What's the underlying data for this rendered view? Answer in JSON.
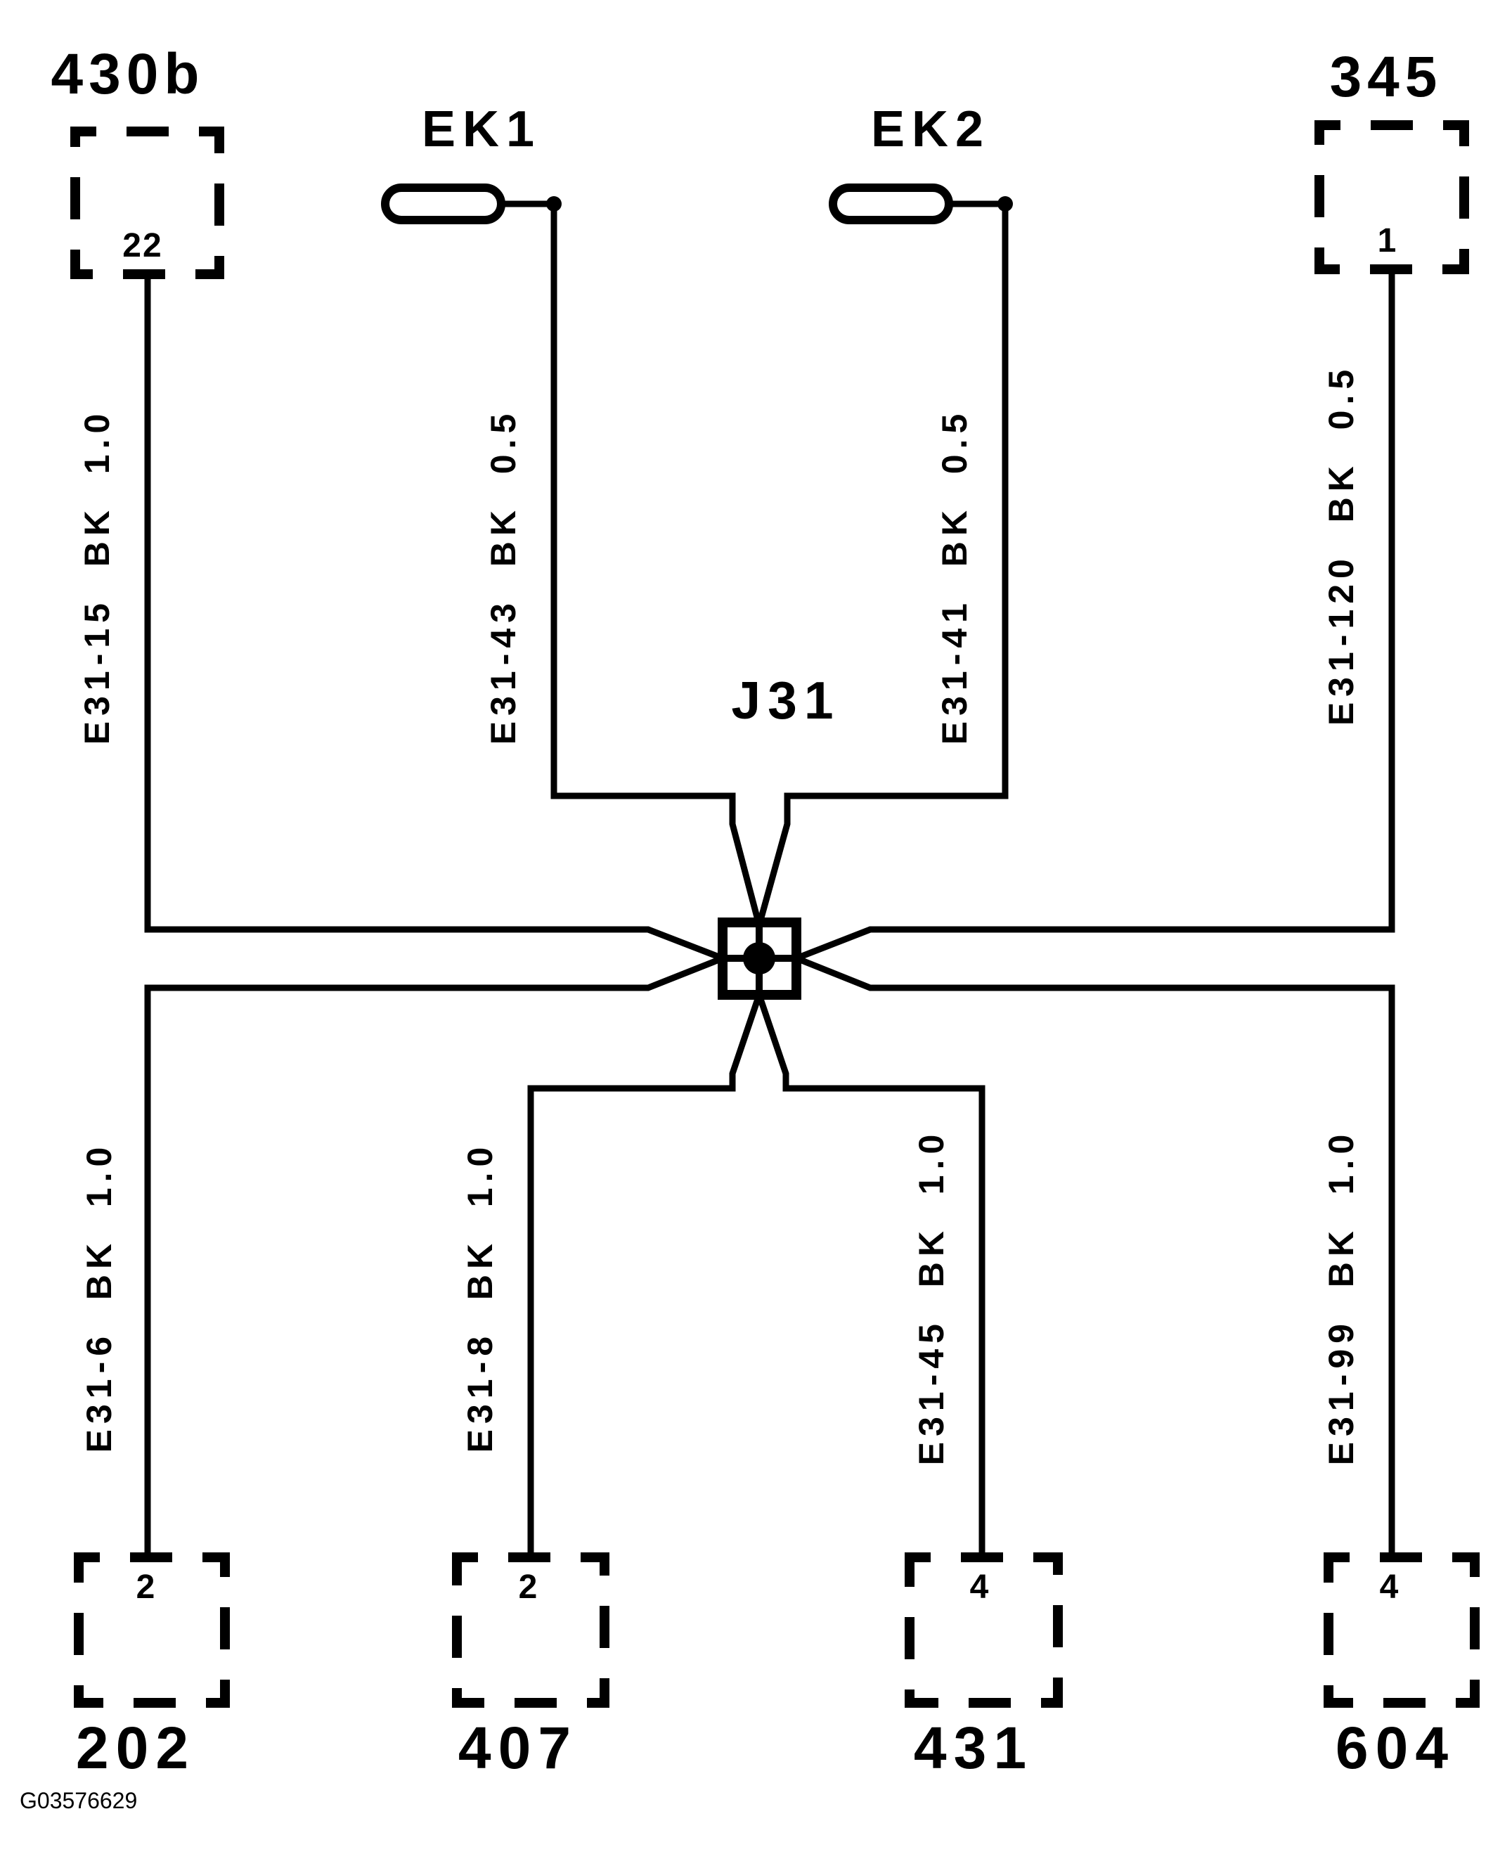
{
  "page": {
    "background": "#ffffff",
    "line_color": "#000000"
  },
  "junction": {
    "label": "J31"
  },
  "top_connectors": [
    {
      "id": "430b",
      "pin": "22"
    },
    {
      "id": "EK1"
    },
    {
      "id": "EK2"
    },
    {
      "id": "345",
      "pin": "1"
    }
  ],
  "bottom_connectors": [
    {
      "id": "202",
      "pin": "2"
    },
    {
      "id": "407",
      "pin": "2"
    },
    {
      "id": "431",
      "pin": "4"
    },
    {
      "id": "604",
      "pin": "4"
    }
  ],
  "wires": [
    {
      "label": "E31-15  BK  1.0",
      "from": "430b pin 22",
      "to": "J31"
    },
    {
      "label": "E31-43  BK  0.5",
      "from": "EK1",
      "to": "J31"
    },
    {
      "label": "E31-41  BK  0.5",
      "from": "EK2",
      "to": "J31"
    },
    {
      "label": "E31-120  BK  0.5",
      "from": "345 pin 1",
      "to": "J31"
    },
    {
      "label": "E31-6  BK  1.0",
      "from": "J31",
      "to": "202 pin 2"
    },
    {
      "label": "E31-8  BK  1.0",
      "from": "J31",
      "to": "407 pin 2"
    },
    {
      "label": "E31-45  BK  1.0",
      "from": "J31",
      "to": "431 pin 4"
    },
    {
      "label": "E31-99  BK  1.0",
      "from": "J31",
      "to": "604 pin 4"
    }
  ],
  "footer": {
    "figure_id": "G03576629"
  }
}
